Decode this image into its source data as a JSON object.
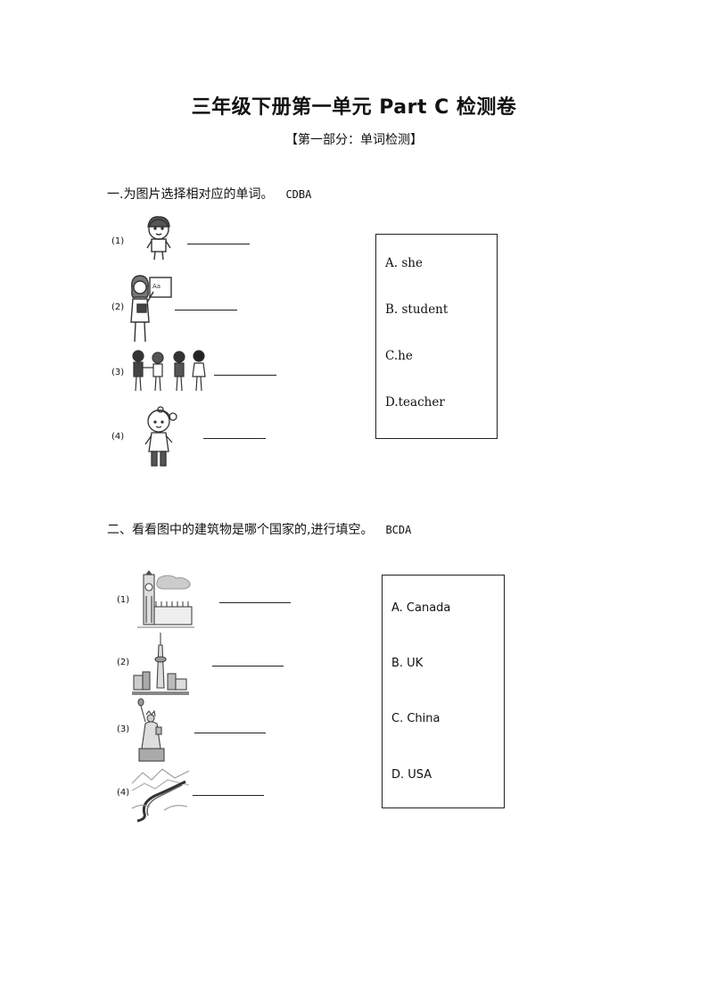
{
  "header": {
    "title": "三年级下册第一单元 Part C 检测卷",
    "subtitle": "【第一部分：单词检测】"
  },
  "section1": {
    "heading": "一.为图片选择相对应的单词。",
    "answer": "CDBA",
    "items": [
      {
        "num": "(1)",
        "picture": "boy-icon"
      },
      {
        "num": "(2)",
        "picture": "teacher-icon"
      },
      {
        "num": "(3)",
        "picture": "students-icon"
      },
      {
        "num": "(4)",
        "picture": "girl-icon"
      }
    ],
    "options": [
      "A. she",
      "B. student",
      "C.he",
      "D.teacher"
    ]
  },
  "section2": {
    "heading": "二、看看图中的建筑物是哪个国家的,进行填空。",
    "answer": "BCDA",
    "items": [
      {
        "num": "(1)",
        "picture": "big-ben-icon"
      },
      {
        "num": "(2)",
        "picture": "cn-tower-icon"
      },
      {
        "num": "(3)",
        "picture": "statue-of-liberty-icon"
      },
      {
        "num": "(4)",
        "picture": "great-wall-icon"
      }
    ],
    "options": [
      "A. Canada",
      "B. UK",
      "C. China",
      "D. USA"
    ]
  }
}
